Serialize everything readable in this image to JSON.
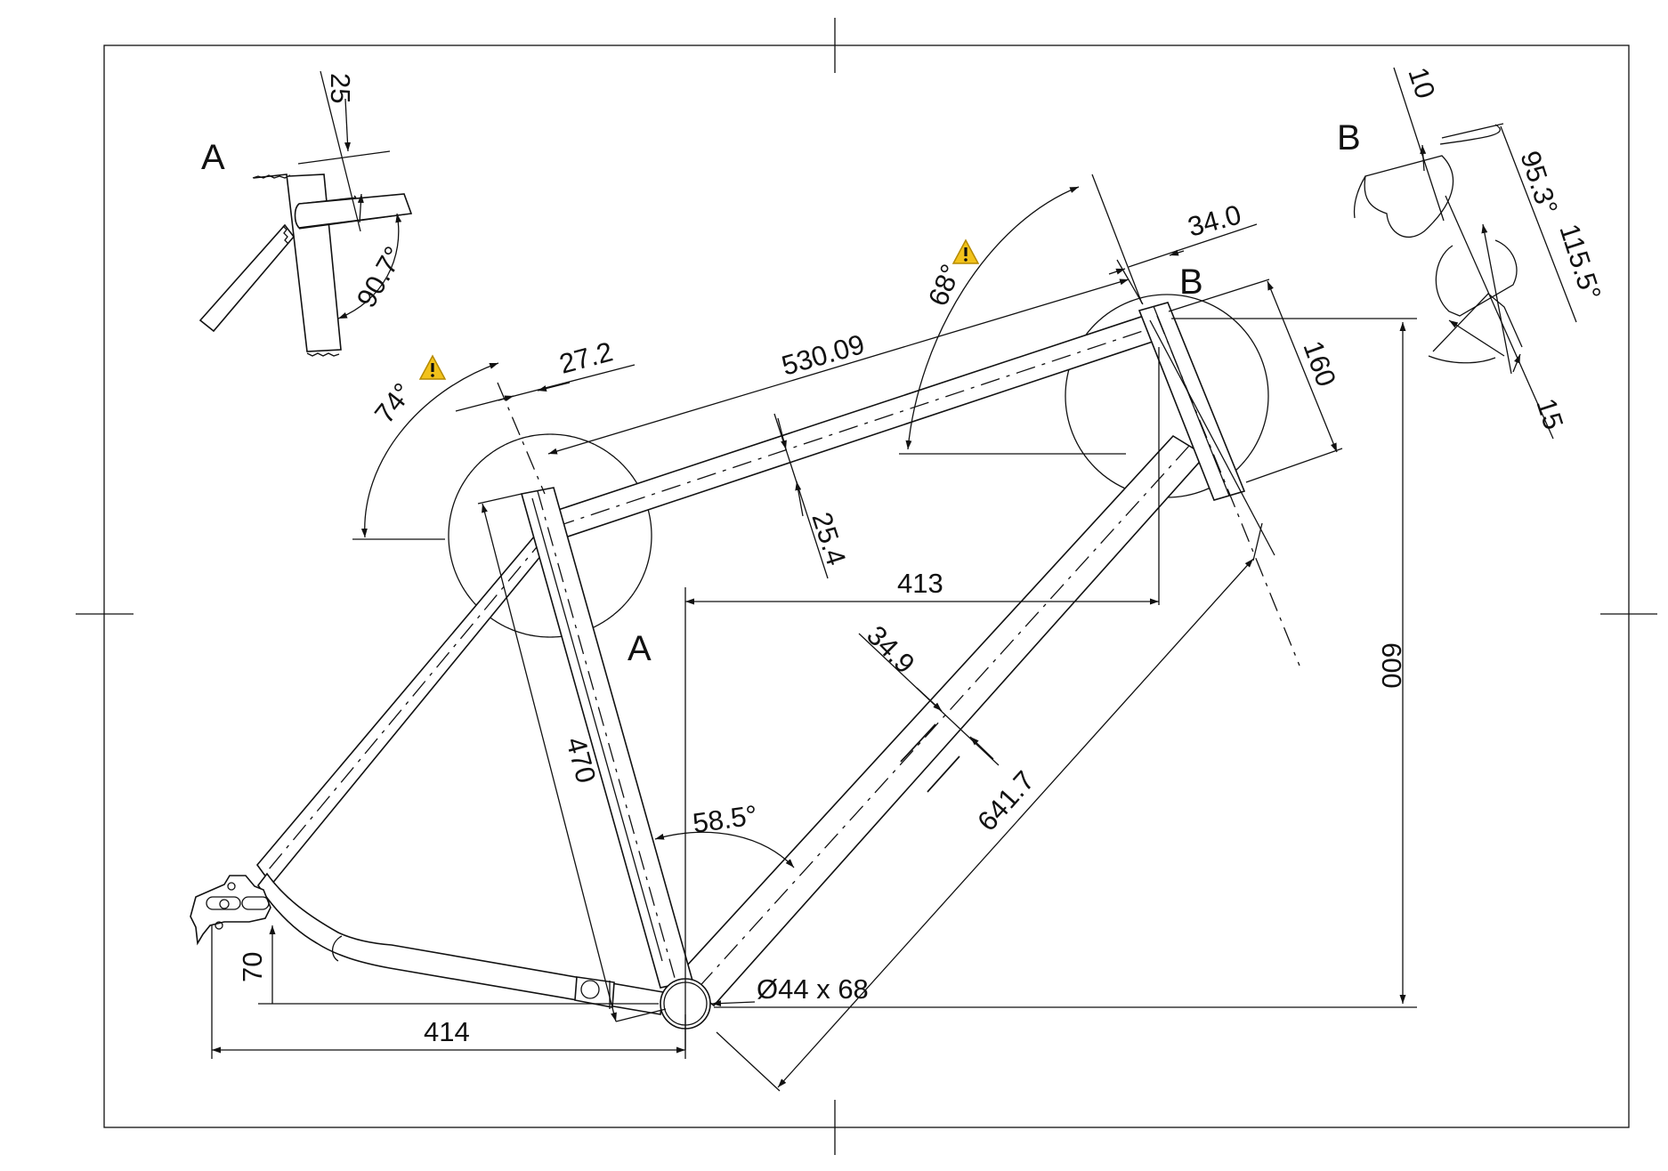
{
  "views": {
    "a": "A",
    "b": "B"
  },
  "dimensions": {
    "a_offset": "25",
    "a_angle": "90.7°",
    "b_offset_top": "10",
    "b_angle_1": "95.3°",
    "b_angle_2": "115.5°",
    "b_offset_bottom": "15",
    "seat_angle": "74°",
    "seatpost_dia": "27.2",
    "top_tube_len": "530.09",
    "head_angle": "68°",
    "head_tube_dia": "34.0",
    "head_tube_len": "160",
    "top_tube_dia": "25.4",
    "reach": "413",
    "down_tube_dia": "34.9",
    "stack": "600",
    "seat_tube_len": "470",
    "down_tube_len": "641.7",
    "seat_down_angle": "58.5°",
    "bb_shell": "Ø44 x 68",
    "bb_drop": "70",
    "chainstay": "414"
  },
  "icons": [
    "warning-icon",
    "warning-icon"
  ],
  "colors": {
    "line": "#111111",
    "warning": "#f2c21b",
    "paper": "#ffffff"
  }
}
